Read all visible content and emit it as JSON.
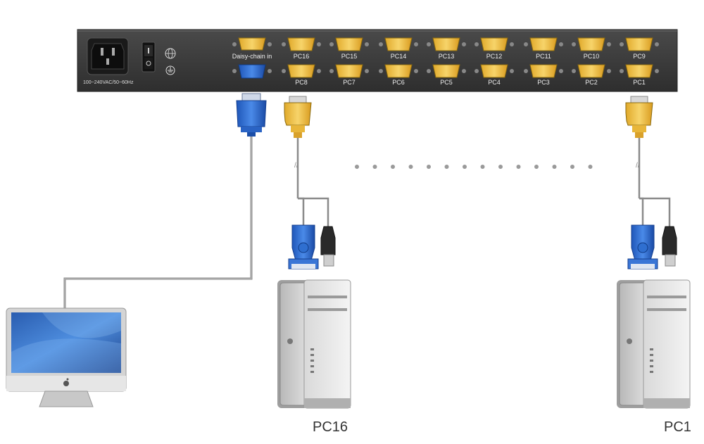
{
  "panel": {
    "power_label": "100~240VAC/50~60Hz",
    "daisy_chain_label": "Daisy-chain in",
    "top_row_ports": [
      "PC16",
      "PC15",
      "PC14",
      "PC13",
      "PC12",
      "PC11",
      "PC10",
      "PC9"
    ],
    "bottom_row_ports": [
      "PC8",
      "PC7",
      "PC6",
      "PC5",
      "PC4",
      "PC3",
      "PC2",
      "PC1"
    ]
  },
  "computers": [
    {
      "caption": "PC16"
    },
    {
      "caption": "PC1"
    }
  ],
  "colors": {
    "panel": "#3a3a3a",
    "vga_yellow": "#f2c24a",
    "vga_blue": "#2f6fd0",
    "cable": "#8a8a8a"
  },
  "icons": [
    "power-socket-icon",
    "power-switch-icon",
    "globe-icon",
    "ground-icon",
    "apple-logo-icon"
  ]
}
